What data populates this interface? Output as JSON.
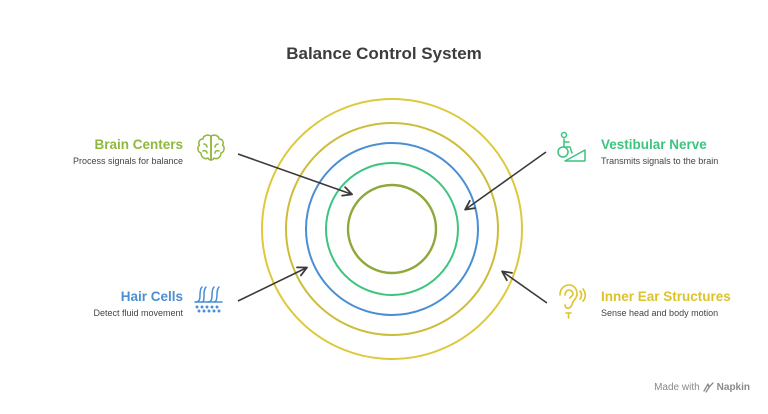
{
  "title": "Balance Control System",
  "colors": {
    "olive": "#8fa83a",
    "lime": "#9ab84a",
    "green": "#3dc47e",
    "blue": "#4a8fd4",
    "yellow": "#e0c93a",
    "arrow": "#3a3a3a",
    "text": "#3d3d3d"
  },
  "items": [
    {
      "key": "brain",
      "title": "Brain Centers",
      "description": "Process signals for balance",
      "color": "#8fb83e",
      "icon": "brain-icon"
    },
    {
      "key": "nerve",
      "title": "Vestibular Nerve",
      "description": "Transmits signals to the brain",
      "color": "#3dc47e",
      "icon": "wheelchair-ramp-icon"
    },
    {
      "key": "hair",
      "title": "Hair Cells",
      "description": "Detect fluid movement",
      "color": "#4a8fd4",
      "icon": "hair-follicle-icon"
    },
    {
      "key": "ear",
      "title": "Inner Ear Structures",
      "description": "Sense head and body motion",
      "color": "#dcc32c",
      "icon": "ear-icon"
    }
  ],
  "footer": {
    "prefix": "Made with",
    "brand": "Napkin",
    "icon": "napkin-logo-icon"
  }
}
